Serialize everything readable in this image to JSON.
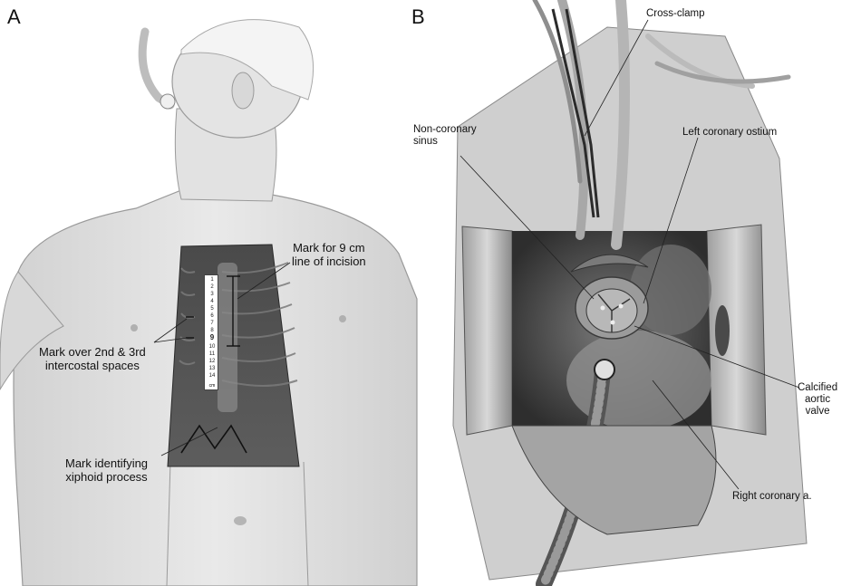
{
  "panel_a": {
    "letter": "A",
    "labels": {
      "incision_mark": [
        "Mark for 9 cm",
        "line of incision"
      ],
      "intercostal_mark": [
        "Mark over 2nd & 3rd",
        "intercostal spaces"
      ],
      "xiphoid_mark": [
        "Mark identifying",
        "xiphoid process"
      ]
    },
    "ruler": {
      "ticks": [
        "1",
        "2",
        "3",
        "4",
        "5",
        "6",
        "7",
        "8",
        "9",
        "10",
        "11",
        "12",
        "13",
        "14"
      ],
      "unit": "cm"
    }
  },
  "panel_b": {
    "letter": "B",
    "labels": {
      "cross_clamp": "Cross-clamp",
      "non_coronary_sinus": [
        "Non-coronary",
        "sinus"
      ],
      "left_coronary_ostium": "Left coronary ostium",
      "calcified_aortic_valve": [
        "Calcified",
        "aortic",
        "valve"
      ],
      "right_coronary": "Right coronary a."
    }
  }
}
